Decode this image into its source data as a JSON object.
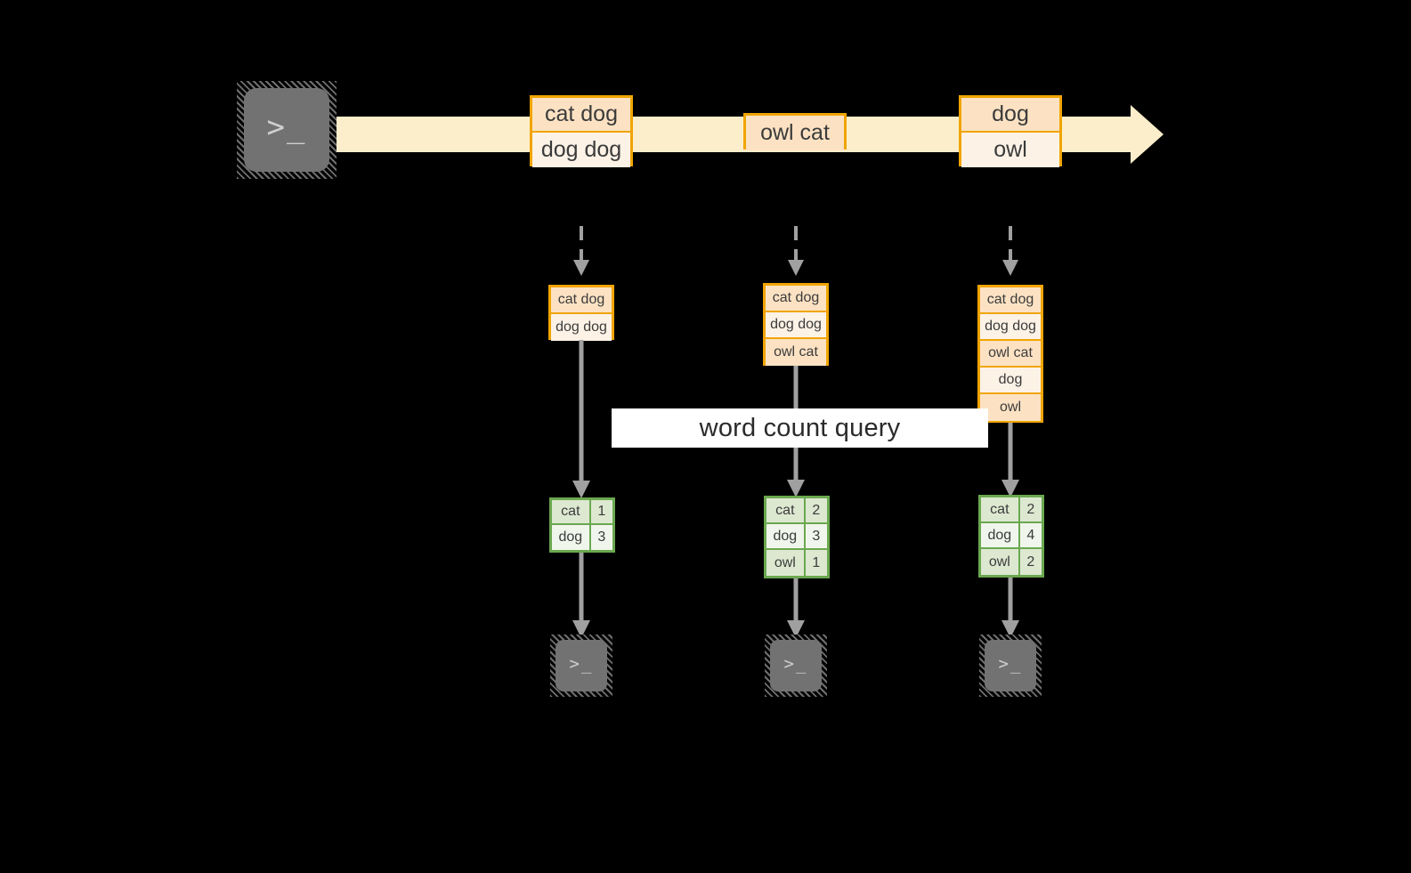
{
  "diagram": {
    "title_label": "word count query",
    "colors": {
      "background": "#000000",
      "stream_band": "#fdeecb",
      "orange_border": "#f0a500",
      "orange_fill_dark": "#fce2c3",
      "orange_fill_light": "#fdf2e6",
      "green_border": "#6aa84f",
      "green_fill_dark": "#dde8d1",
      "green_fill_light": "#f1f6ec",
      "arrow_gray": "#a0a0a0",
      "terminal_gray": "#727272",
      "label_bg": "#ffffff"
    },
    "terminals": {
      "producer": {
        "glyph": ">_",
        "icon": "terminal-icon"
      },
      "consumers": [
        {
          "glyph": ">_",
          "icon": "terminal-icon"
        },
        {
          "glyph": ">_",
          "icon": "terminal-icon"
        },
        {
          "glyph": ">_",
          "icon": "terminal-icon"
        }
      ]
    },
    "stream": {
      "messages": [
        {
          "lines": [
            "cat dog",
            "dog dog"
          ]
        },
        {
          "lines": [
            "owl cat"
          ]
        },
        {
          "lines": [
            "dog",
            "owl"
          ]
        }
      ]
    },
    "accumulated_states": [
      {
        "lines": [
          "cat dog",
          "dog dog"
        ]
      },
      {
        "lines": [
          "cat dog",
          "dog dog",
          "owl cat"
        ]
      },
      {
        "lines": [
          "cat dog",
          "dog dog",
          "owl cat",
          "dog",
          "owl"
        ]
      }
    ],
    "results": [
      {
        "rows": [
          {
            "word": "cat",
            "count": "1"
          },
          {
            "word": "dog",
            "count": "3"
          }
        ]
      },
      {
        "rows": [
          {
            "word": "cat",
            "count": "2"
          },
          {
            "word": "dog",
            "count": "3"
          },
          {
            "word": "owl",
            "count": "1"
          }
        ]
      },
      {
        "rows": [
          {
            "word": "cat",
            "count": "2"
          },
          {
            "word": "dog",
            "count": "4"
          },
          {
            "word": "owl",
            "count": "2"
          }
        ]
      }
    ]
  }
}
